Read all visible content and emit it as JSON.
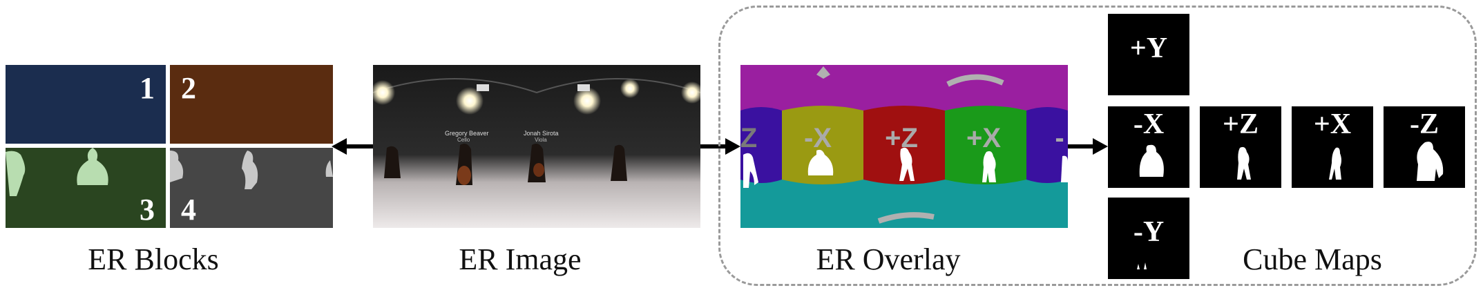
{
  "captions": {
    "er_blocks": "ER Blocks",
    "er_image": "ER Image",
    "er_overlay": "ER Overlay",
    "cube_maps": "Cube Maps"
  },
  "er_blocks": {
    "numbers": [
      "1",
      "2",
      "3",
      "4"
    ],
    "colors": [
      "#1b2d4f",
      "#5a2c10",
      "#2a4520",
      "#464646"
    ]
  },
  "er_image": {
    "performer_labels": [
      "Gregory Beaver",
      "Cello",
      "Jonah Sirota",
      "Viola"
    ]
  },
  "er_overlay": {
    "face_labels": [
      "Z",
      "-X",
      "+Z",
      "+X",
      "-"
    ],
    "colors": {
      "top": "#9a1fa0",
      "bottom": "#149a9a",
      "neg_z": "#3a11a0",
      "neg_x": "#9a9a12",
      "pos_z": "#a01010",
      "pos_x": "#1a9a1a"
    }
  },
  "cube_maps": {
    "faces": [
      "+Y",
      "-X",
      "+Z",
      "+X",
      "-Z",
      "-Y"
    ]
  }
}
